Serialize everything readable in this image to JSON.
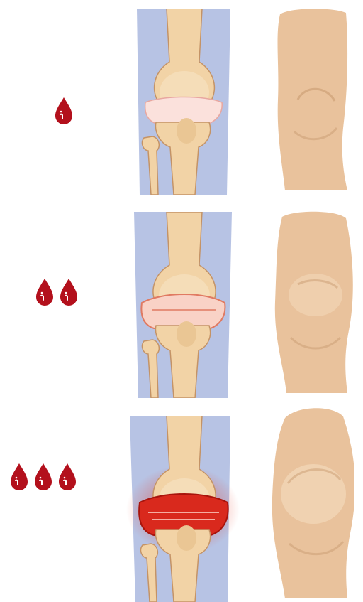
{
  "stages": [
    {
      "id": "mild",
      "drop_count": 1
    },
    {
      "id": "moderate",
      "drop_count": 2
    },
    {
      "id": "severe",
      "drop_count": 3
    }
  ],
  "colors": {
    "drop": "#b3101c",
    "sleeve": "#b7c3e4",
    "bone": "#f2d3a6",
    "bone_shadow": "#d8a978",
    "skin": "#e9c29c",
    "skin_shadow": "#c99b72",
    "inflammation": "#e23a2a"
  },
  "icons": [
    "blood-drop-icon"
  ]
}
